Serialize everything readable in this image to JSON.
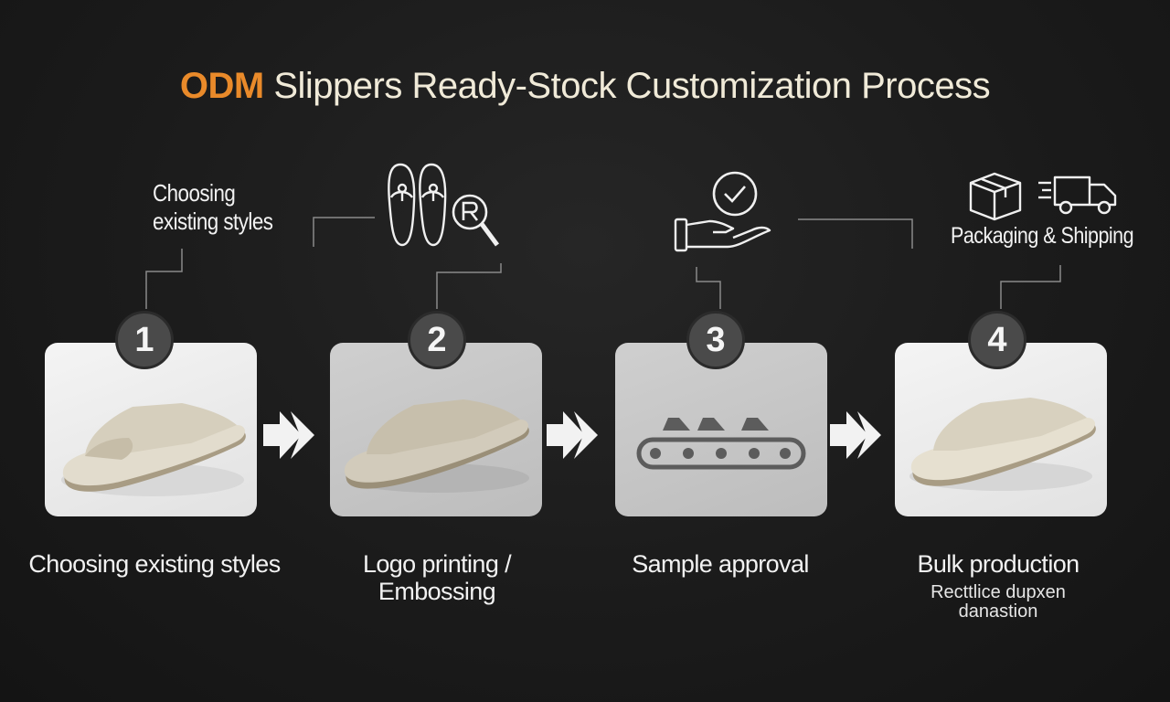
{
  "title": {
    "accent": "ODM",
    "rest": " Slippers Ready-Stock Customization Process"
  },
  "top_labels": {
    "step1": [
      "Choosing",
      "existing styles"
    ],
    "step4": "Packaging & Shipping"
  },
  "steps": [
    {
      "number": "1",
      "label": "Choosing existing styles",
      "sub": ""
    },
    {
      "number": "2",
      "label_line1": "Logo printing /",
      "label_line2": "Embossing",
      "sub": ""
    },
    {
      "number": "3",
      "label": "Sample approval",
      "sub": ""
    },
    {
      "number": "4",
      "label": "Bulk production",
      "sub_line1": "Recttlice dupxen",
      "sub_line2": "danastion"
    }
  ],
  "icons": {
    "step2": [
      "slipper-pair-icon",
      "logo-magnifier-icon"
    ],
    "step3": [
      "checkmark-icon",
      "hand-icon",
      "conveyor-icon"
    ],
    "step4": [
      "box-icon",
      "delivery-truck-icon"
    ]
  },
  "colors": {
    "accent": "#e98a2a",
    "background": "#1b1b1b",
    "badge": "#4a4a4a",
    "card": "#e6e6e6"
  }
}
